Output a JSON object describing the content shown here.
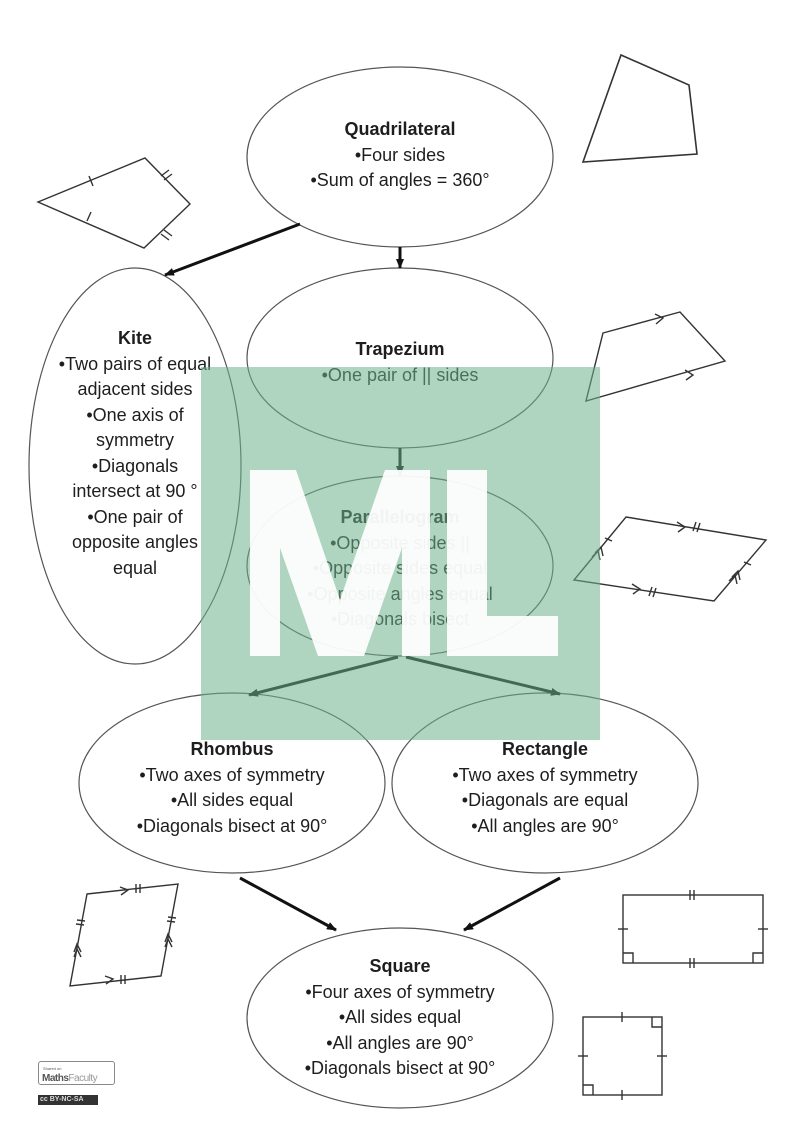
{
  "nodes": {
    "quadrilateral": {
      "title": "Quadrilateral",
      "items": [
        "•Four sides",
        "•Sum of angles = 360°"
      ]
    },
    "kite": {
      "title": "Kite",
      "items": [
        "•Two pairs of equal adjacent sides",
        "•One axis of symmetry",
        "•Diagonals intersect at 90 °",
        "•One pair of opposite angles equal"
      ]
    },
    "trapezium": {
      "title": "Trapezium",
      "items": [
        "•One pair of || sides"
      ]
    },
    "parallelogram": {
      "title": "Parallelogram",
      "items": [
        "•Opposite sides ||",
        "•Opposite sides equal",
        "•Opposite angles equal",
        "•Diagonals bisect"
      ]
    },
    "rhombus": {
      "title": "Rhombus",
      "items": [
        "•Two axes of symmetry",
        "•All sides equal",
        "•Diagonals bisect at 90°"
      ]
    },
    "rectangle": {
      "title": "Rectangle",
      "items": [
        "•Two axes of symmetry",
        "•Diagonals are equal",
        "•All angles are 90°"
      ]
    },
    "square": {
      "title": "Square",
      "items": [
        "•Four axes of symmetry",
        "•All sides equal",
        "•All angles are 90°",
        "•Diagonals bisect at 90°"
      ]
    }
  },
  "edges": [
    [
      "quadrilateral",
      "kite"
    ],
    [
      "quadrilateral",
      "trapezium"
    ],
    [
      "trapezium",
      "parallelogram"
    ],
    [
      "parallelogram",
      "rhombus"
    ],
    [
      "parallelogram",
      "rectangle"
    ],
    [
      "rhombus",
      "square"
    ],
    [
      "rectangle",
      "square"
    ]
  ],
  "watermark": {
    "text": "ML",
    "color": "#6eb28c"
  },
  "footer": {
    "shared_small": "Shared on",
    "brand_bold": "Maths",
    "brand_light": "Faculty",
    "license": "cc BY-NC-SA"
  }
}
